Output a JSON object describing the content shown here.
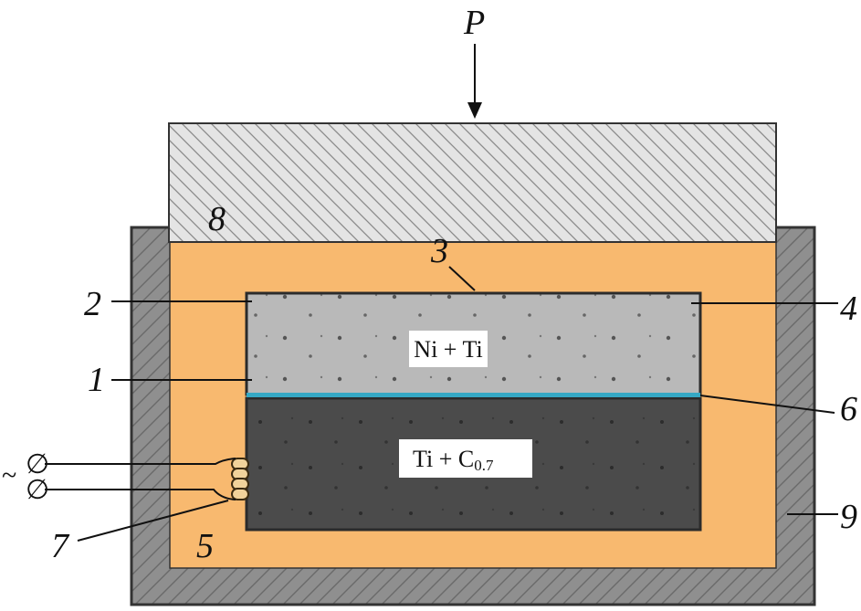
{
  "diagram": {
    "force_label": "P",
    "materials": {
      "top_sample": "Ni + Ti",
      "bottom_sample_main": "Ti + C",
      "bottom_sample_subscript": "0.7"
    },
    "callouts": [
      "1",
      "2",
      "3",
      "4",
      "5",
      "6",
      "7",
      "8",
      "9"
    ],
    "ac_symbol": "~",
    "terminal_symbol": "∅",
    "colors": {
      "insulation": "#f8b96f",
      "container": "#8f8f8f",
      "punch": "#e4e4e4",
      "top_sample": "#b9b9b9",
      "bottom_sample": "#4b4b4b",
      "interface": "#35a8c4"
    }
  }
}
